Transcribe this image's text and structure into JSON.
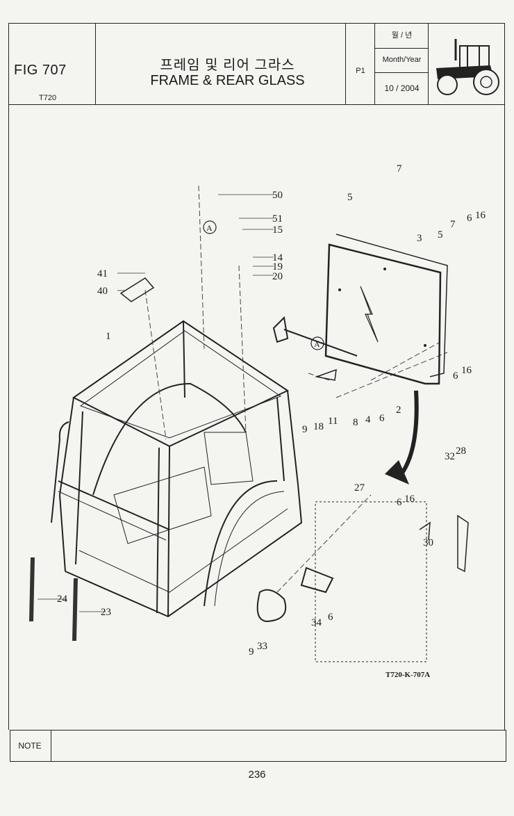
{
  "header": {
    "fig_label": "FIG 707",
    "model": "T720",
    "title_ko": "프레임 및 리어 그라스",
    "title_en": "FRAME & REAR GLASS",
    "page_code": "P1",
    "month_year_ko": "월 / 년",
    "month_year_en": "Month/Year",
    "date": "10 / 2004",
    "tractor_icon": "tractor-icon"
  },
  "diagram": {
    "drawing_id": "T720-K-707A",
    "detail_marker": "A",
    "callouts": [
      "50",
      "51",
      "15",
      "14",
      "19",
      "20",
      "41",
      "40",
      "1",
      "5",
      "7",
      "3",
      "5",
      "7",
      "6",
      "16",
      "6",
      "16",
      "9",
      "18",
      "11",
      "8",
      "4",
      "6",
      "2",
      "27",
      "32",
      "28",
      "6",
      "16",
      "30",
      "9",
      "33",
      "34",
      "6",
      "24",
      "23"
    ]
  },
  "note": {
    "label": "NOTE"
  },
  "footer": {
    "page_number": "236"
  }
}
